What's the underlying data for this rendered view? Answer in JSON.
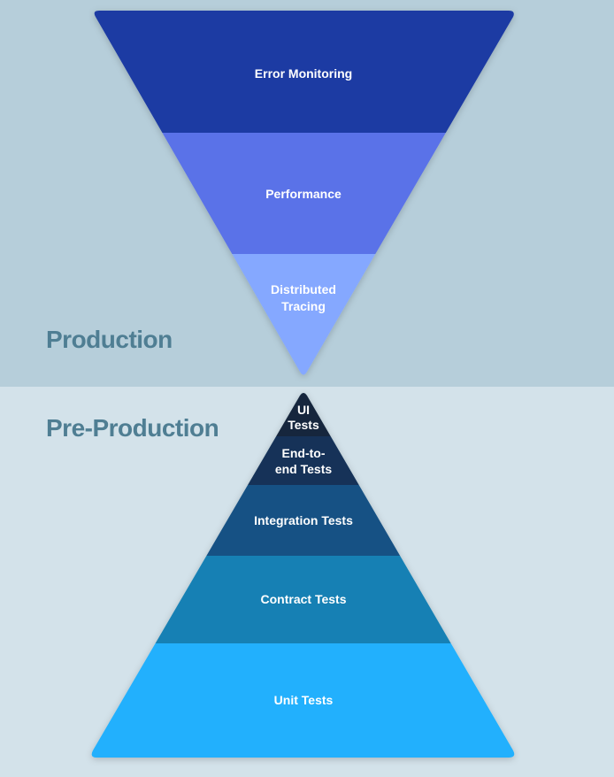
{
  "production": {
    "label": "Production",
    "layers": [
      {
        "lines": [
          "Error Monitoring"
        ],
        "color": "#1e3aa3"
      },
      {
        "lines": [
          "Performance"
        ],
        "color": "#5a72e8"
      },
      {
        "lines": [
          "Distributed",
          "Tracing"
        ],
        "color": "#85a8ff"
      }
    ]
  },
  "pre_production": {
    "label": "Pre-Production",
    "layers": [
      {
        "lines": [
          "UI",
          "Tests"
        ],
        "color": "#14283e"
      },
      {
        "lines": [
          "End-to-",
          "end Tests"
        ],
        "color": "#123259"
      },
      {
        "lines": [
          "Integration Tests"
        ],
        "color": "#175184"
      },
      {
        "lines": [
          "Contract Tests"
        ],
        "color": "#1580b4"
      },
      {
        "lines": [
          "Unit Tests"
        ],
        "color": "#22b0fd"
      }
    ]
  }
}
